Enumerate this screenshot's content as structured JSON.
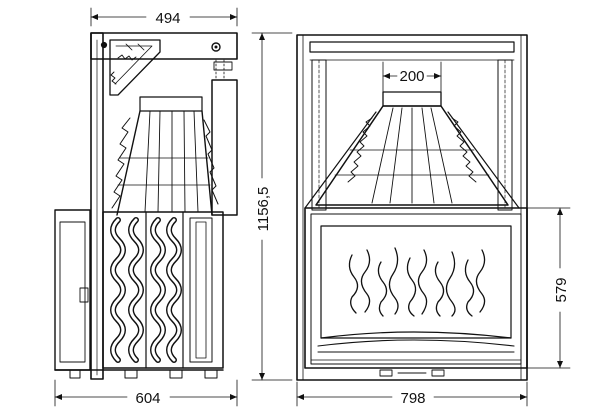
{
  "dimensions": {
    "side_top_width": "494",
    "side_bottom_depth": "604",
    "side_height": "1156,5",
    "front_flue": "200",
    "front_width": "798",
    "front_opening_height": "579"
  }
}
